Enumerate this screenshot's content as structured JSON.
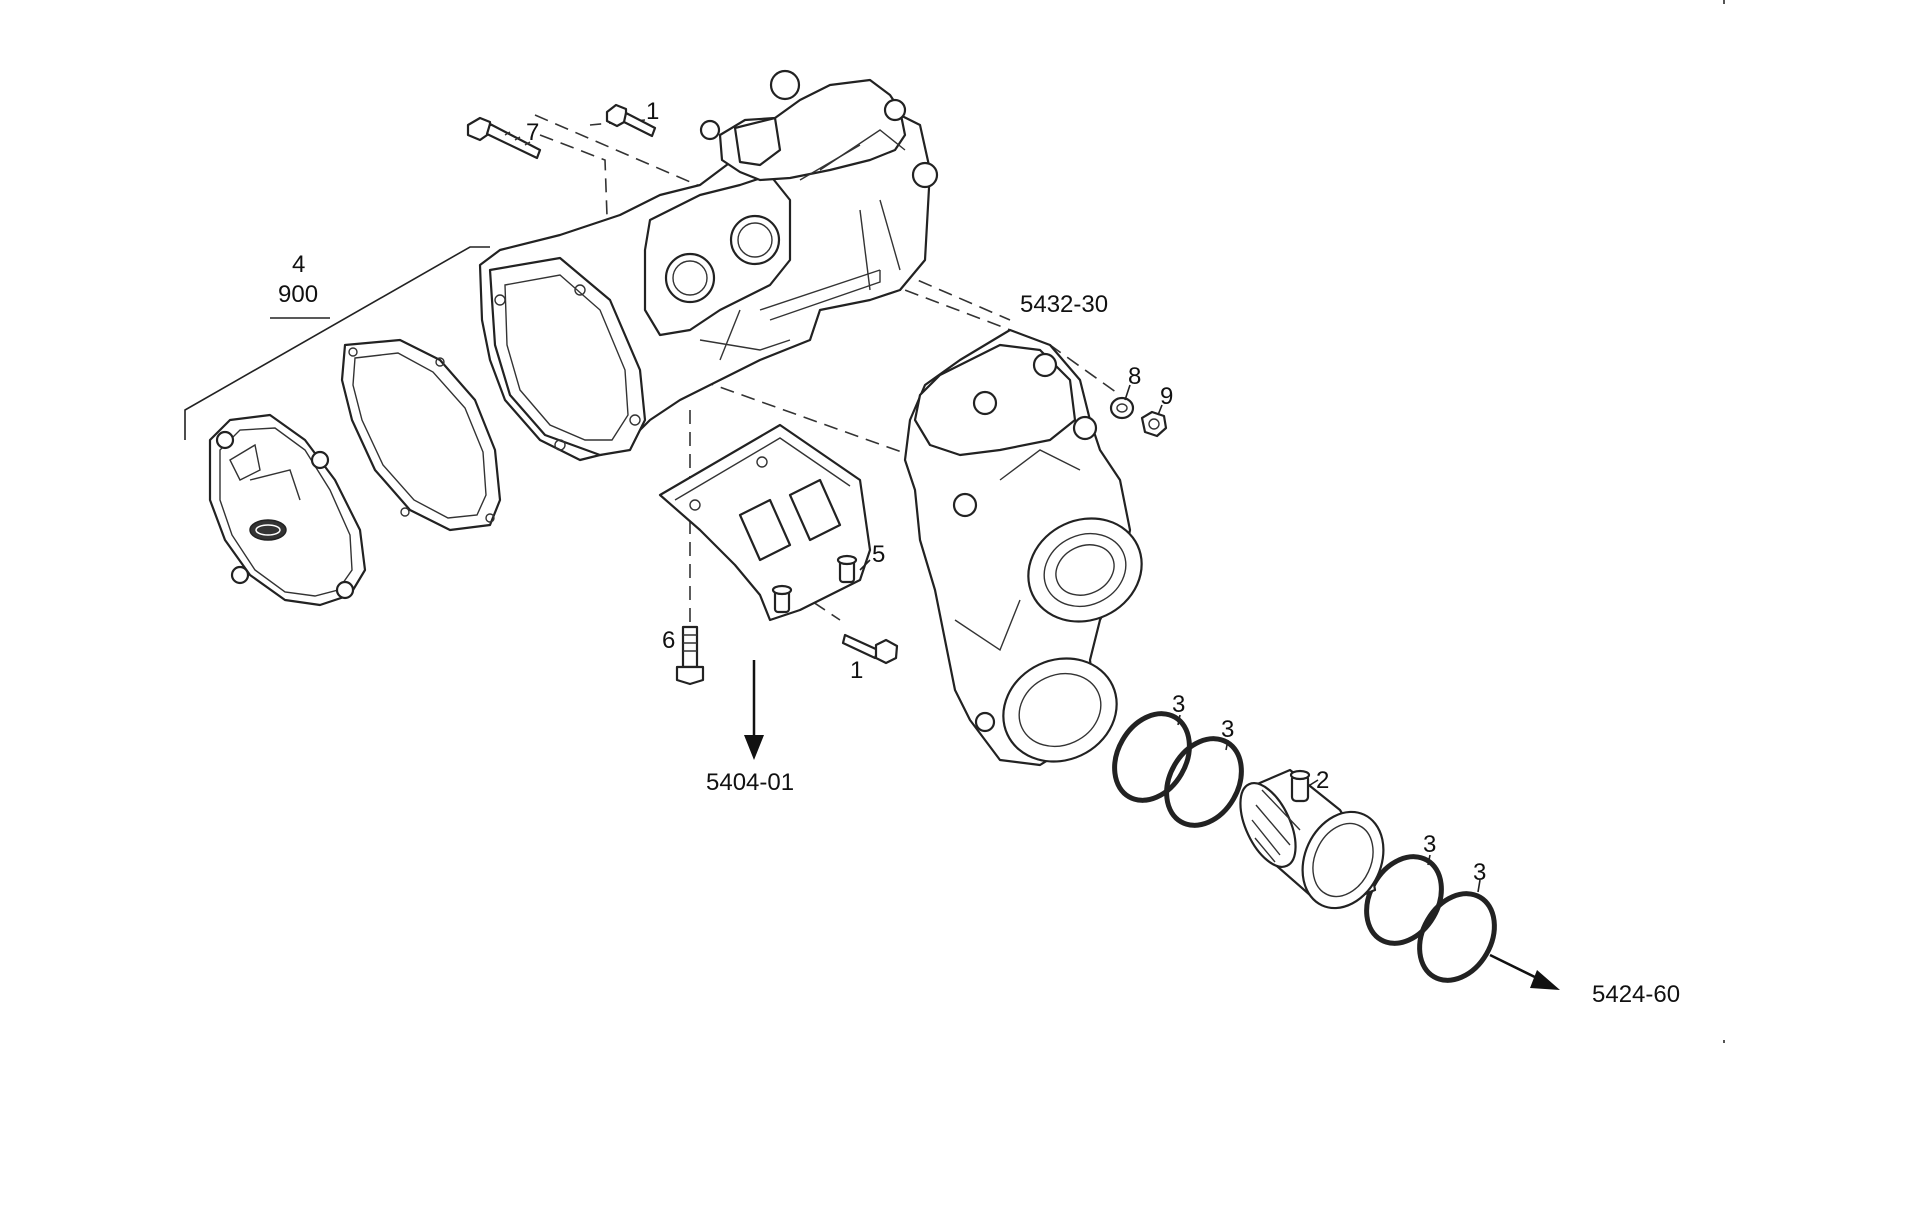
{
  "labels": {
    "bolt_top": "1",
    "bolt_long": "7",
    "group_num": "4",
    "group_den": "900",
    "ref_5432": "5432-30",
    "washer": "8",
    "nut": "9",
    "bracket": "5",
    "bolt_bottom": "6",
    "bolt_bracket": "1",
    "ref_5404": "5404-01",
    "ring_a": "3",
    "ring_b": "3",
    "sleeve": "2",
    "ring_c": "3",
    "ring_d": "3",
    "ref_5424": "5424-60"
  }
}
